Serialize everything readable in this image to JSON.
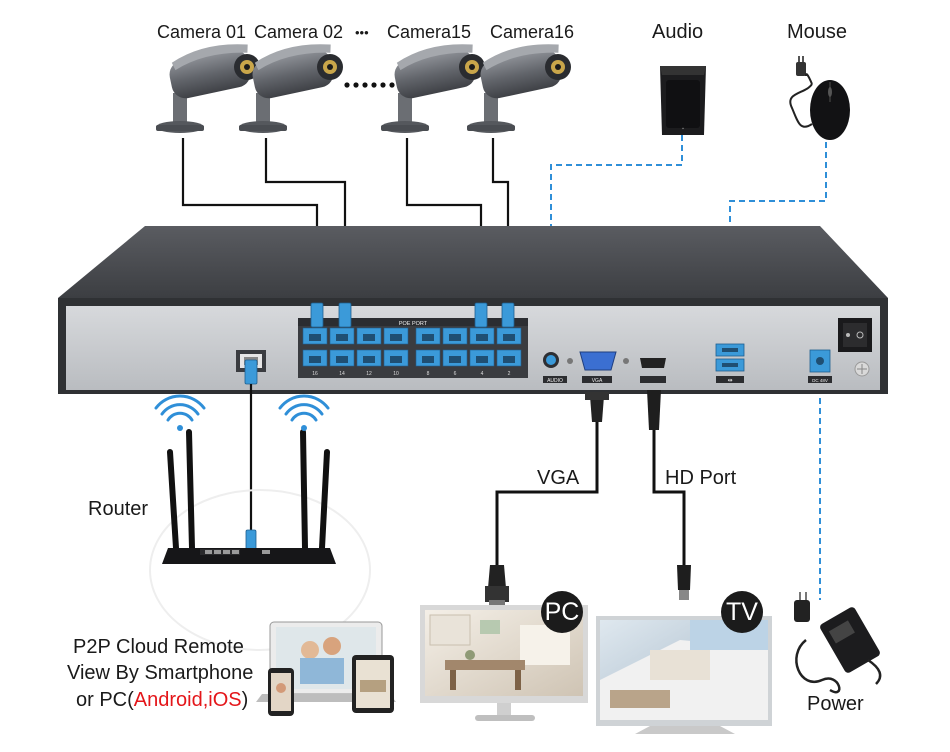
{
  "cameras": [
    {
      "label": "Camera 01"
    },
    {
      "label": "Camera 02"
    },
    {
      "label": "Camera15"
    },
    {
      "label": "Camera16"
    }
  ],
  "camera_ellipsis": "•••",
  "devices": {
    "audio": "Audio",
    "mouse": "Mouse",
    "router": "Router",
    "power": "Power"
  },
  "cables": {
    "vga": "VGA",
    "hd": "HD Port"
  },
  "badges": {
    "pc": "PC",
    "tv": "TV"
  },
  "nvr": {
    "poe_port_label": "POE PORT",
    "audio_port": "AUDIO",
    "vga_port": "VGA",
    "usb_symbol": "⇹",
    "dc_label": "DC 48V",
    "port_numbers": [
      "16",
      "14",
      "12",
      "10",
      "8",
      "6",
      "4",
      "2"
    ]
  },
  "p2p": {
    "line1": "P2P Cloud Remote",
    "line2": "View By Smartphone",
    "line3_prefix": "or PC(",
    "line3_highlight": "Android,iOS",
    "line3_suffix": ")"
  },
  "colors": {
    "ethernet_blue": "#3b9ad9",
    "dashed_blue": "#2f8fd8",
    "highlight_red": "#e4161a",
    "nvr_top": "#4a4c50",
    "nvr_front": "#c8cbcf"
  }
}
